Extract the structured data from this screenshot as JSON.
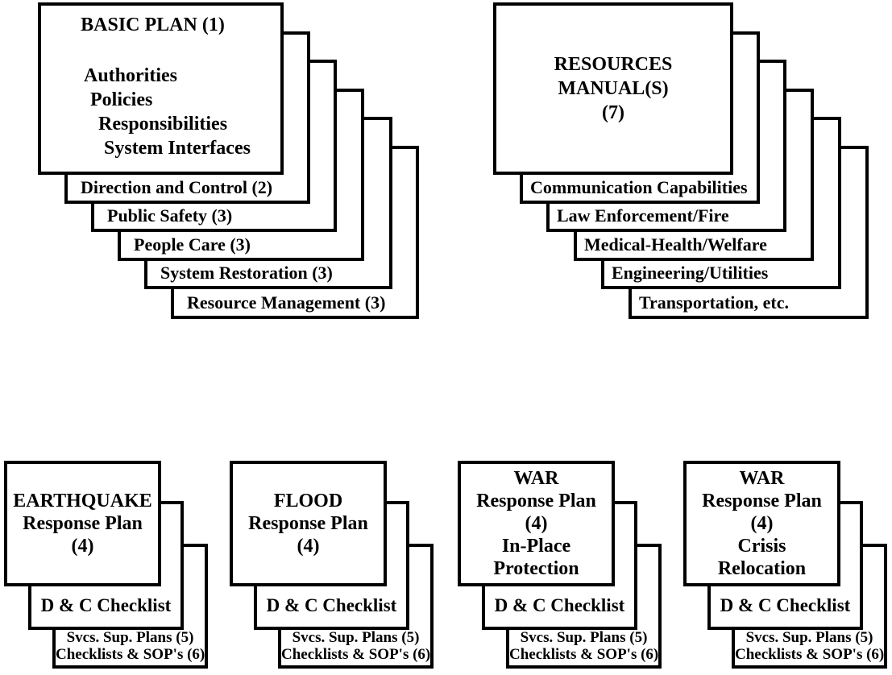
{
  "top_left": {
    "title": "BASIC PLAN (1)",
    "items": [
      "Authorities",
      "Policies",
      "Responsibilities",
      "System Interfaces"
    ],
    "layers": [
      "Direction and Control (2)",
      "Public Safety (3)",
      "People Care (3)",
      "System Restoration (3)",
      "Resource Management (3)"
    ]
  },
  "top_right": {
    "lines": [
      "RESOURCES",
      "MANUAL(S)",
      "(7)"
    ],
    "layers": [
      "Communication Capabilities",
      "Law Enforcement/Fire",
      "Medical-Health/Welfare",
      "Engineering/Utilities",
      "Transportation, etc."
    ]
  },
  "bottom_stacks": [
    {
      "front_lines": [
        "EARTHQUAKE",
        "Response Plan",
        "(4)"
      ],
      "checklist": "D & C Checklist",
      "support": [
        "Svcs. Sup. Plans (5)",
        "Checklists & SOP's (6)"
      ]
    },
    {
      "front_lines": [
        "FLOOD",
        "Response Plan",
        "(4)"
      ],
      "checklist": "D & C Checklist",
      "support": [
        "Svcs. Sup. Plans (5)",
        "Checklists & SOP's (6)"
      ]
    },
    {
      "front_lines": [
        "WAR",
        "Response Plan",
        "(4)",
        "In-Place",
        "Protection"
      ],
      "checklist": "D & C Checklist",
      "support": [
        "Svcs. Sup. Plans (5)",
        "Checklists & SOP's (6)"
      ]
    },
    {
      "front_lines": [
        "WAR",
        "Response Plan",
        "(4)",
        "Crisis",
        "Relocation"
      ],
      "checklist": "D & C Checklist",
      "support": [
        "Svcs. Sup. Plans (5)",
        "Checklists & SOP's (6)"
      ]
    }
  ]
}
